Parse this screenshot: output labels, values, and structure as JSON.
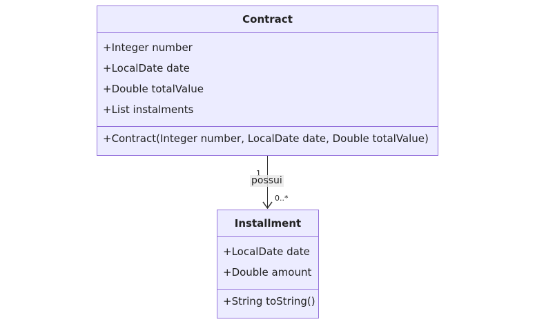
{
  "classes": {
    "contract": {
      "name": "Contract",
      "attributes": [
        "+Integer number",
        "+LocalDate date",
        "+Double totalValue",
        "+List instalments"
      ],
      "methods": [
        "+Contract(Integer number, LocalDate date, Double totalValue)"
      ]
    },
    "installment": {
      "name": "Installment",
      "attributes": [
        "+LocalDate date",
        "+Double amount"
      ],
      "methods": [
        "+String toString()"
      ]
    }
  },
  "relation": {
    "label": "possui",
    "source_multiplicity": "1",
    "target_multiplicity": "0..*"
  },
  "colors": {
    "class_fill": "#ECECFF",
    "class_border": "#9370DB",
    "line": "#333333"
  }
}
